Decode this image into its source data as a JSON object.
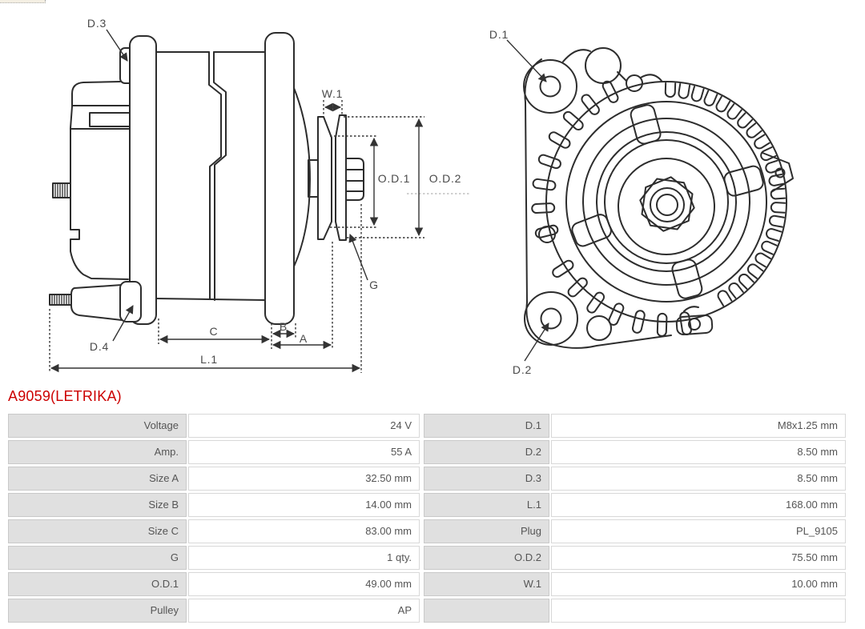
{
  "header": {
    "part_number": "A9059(LETRIKA)"
  },
  "colors": {
    "part_number_red": "#cc0000",
    "drawing_stroke": "#2d2d2d",
    "dimension_text": "#4a4a4a",
    "table_label_bg": "#e0e0e0",
    "table_value_bg": "#ffffff",
    "table_text": "#555555"
  },
  "diagram": {
    "side_view": {
      "d3": "D.3",
      "w1": "W.1",
      "od1": "O.D.1",
      "od2": "O.D.2",
      "g": "G",
      "d4": "D.4",
      "c": "C",
      "b": "B",
      "a": "A",
      "l1": "L.1"
    },
    "front_view": {
      "d1": "D.1",
      "d2": "D.2"
    }
  },
  "spec_table": {
    "left_rows": [
      {
        "label": "Voltage",
        "value": "24 V"
      },
      {
        "label": "Amp.",
        "value": "55 A"
      },
      {
        "label": "Size A",
        "value": "32.50 mm"
      },
      {
        "label": "Size B",
        "value": "14.00 mm"
      },
      {
        "label": "Size C",
        "value": "83.00 mm"
      },
      {
        "label": "G",
        "value": "1 qty."
      },
      {
        "label": "O.D.1",
        "value": "49.00 mm"
      },
      {
        "label": "Pulley",
        "value": "AP"
      }
    ],
    "right_rows": [
      {
        "label": "D.1",
        "value": "M8x1.25 mm"
      },
      {
        "label": "D.2",
        "value": "8.50 mm"
      },
      {
        "label": "D.3",
        "value": "8.50 mm"
      },
      {
        "label": "L.1",
        "value": "168.00 mm"
      },
      {
        "label": "Plug",
        "value": "PL_9105"
      },
      {
        "label": "O.D.2",
        "value": "75.50 mm"
      },
      {
        "label": "W.1",
        "value": "10.00 mm"
      },
      {
        "label": "",
        "value": ""
      }
    ]
  }
}
